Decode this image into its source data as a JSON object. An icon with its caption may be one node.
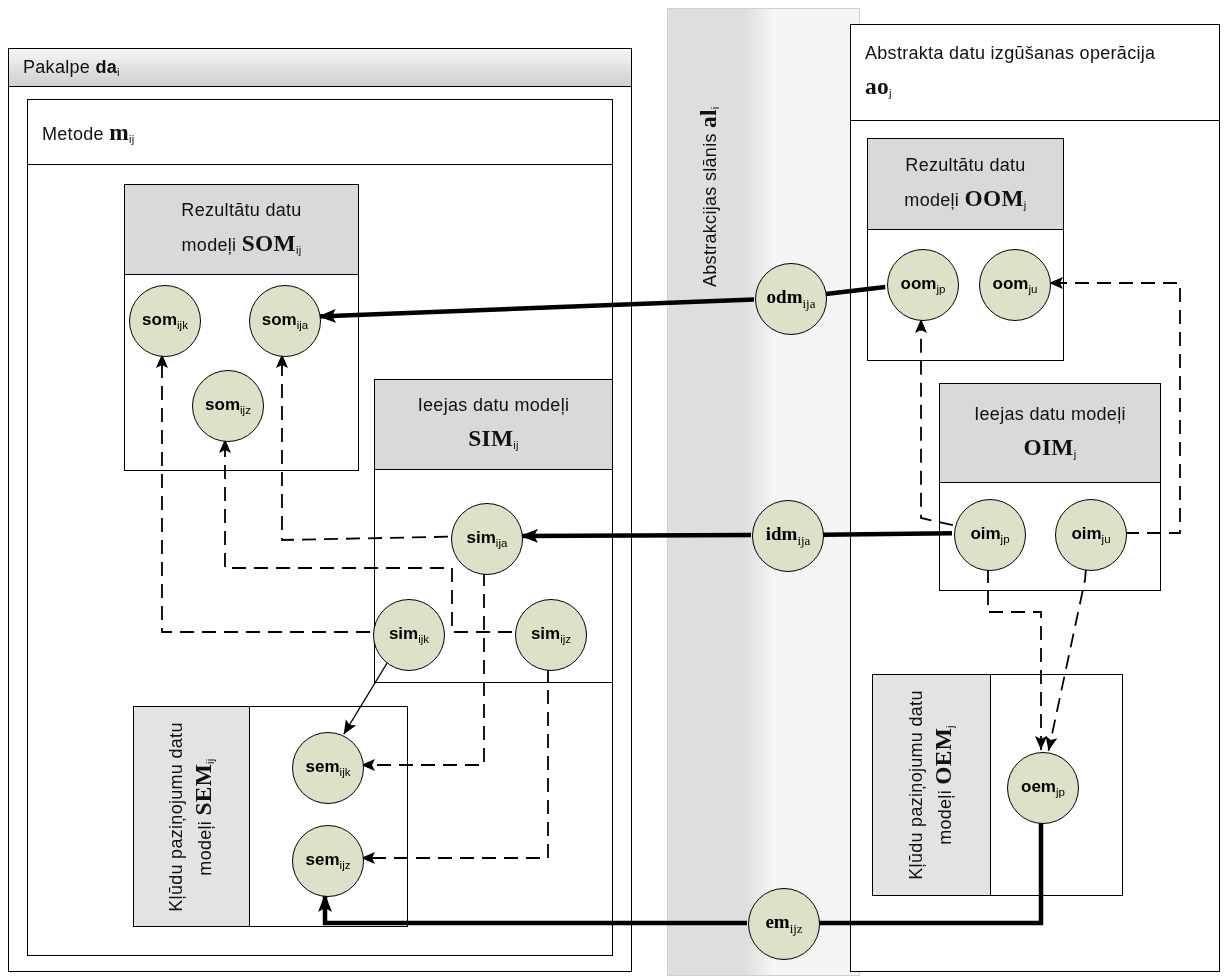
{
  "diagram": {
    "nodes": [
      {
        "text": [
          "Pakalpe **da**$_{i}$"
        ]
      },
      {
        "text": [
          "Metode **m**$_{ij}$"
        ],
        "in": 0
      },
      {
        "text": [
          "Rezultātu datu modeļi **SOM**$_{ij}$"
        ],
        "in": 1
      },
      {
        "text": [
          "**som**$_{ijk}$"
        ],
        "in": 2
      },
      {
        "text": [
          "**som**$_{ija}$"
        ],
        "in": 2
      },
      {
        "text": [
          "**som**$_{ijz}$"
        ],
        "in": 2
      },
      {
        "text": [
          "Ieejas datu modeļi **SIM**$_{ij}$"
        ],
        "in": 1
      },
      {
        "text": [
          "**sim**$_{ija}$"
        ],
        "in": 6
      },
      {
        "text": [
          "**sim**$_{ijk}$"
        ],
        "in": 6
      },
      {
        "text": [
          "**sim**$_{ijz}$"
        ],
        "in": 6
      },
      {
        "text": [
          "Kļūdu paziņojumu datu modeļi **SEM**$_{ij}$"
        ],
        "in": 1
      },
      {
        "text": [
          "**sem**$_{ijk}$"
        ],
        "in": 10
      },
      {
        "text": [
          "**sem**$_{ijz}$"
        ],
        "in": 10
      },
      {
        "text": [
          "Abstrakcijas slānis **al**$_{i}$"
        ]
      },
      {
        "text": [
          "**odm**$_{ija}$"
        ],
        "in": 13
      },
      {
        "text": [
          "**idm**$_{ija}$"
        ],
        "in": 13
      },
      {
        "text": [
          "**em**$_{ijz}$"
        ],
        "in": 13
      },
      {
        "text": [
          "Abstrakta datu izgūšanas operācija **ao**$_{j}$"
        ]
      },
      {
        "text": [
          "Rezultātu datu modeļi **OOM**$_{j}$"
        ],
        "in": 17
      },
      {
        "text": [
          "**oom**$_{jp}$"
        ],
        "in": 18
      },
      {
        "text": [
          "**oom**$_{ju}$"
        ],
        "in": 18
      },
      {
        "text": [
          "Ieejas datu modeļi **OIM**$_{j}$"
        ],
        "in": 17
      },
      {
        "text": [
          "**oim**$_{jp}$"
        ],
        "in": 21
      },
      {
        "text": [
          "**oim**$_{ju}$"
        ],
        "in": 21
      },
      {
        "text": [
          "Kļūdu paziņojumu datu modeļi **OEM**$_{j}$"
        ],
        "in": 17
      },
      {
        "text": [
          "**oem**$_{jp}$"
        ],
        "in": 24
      }
    ],
    "edges": [
      {
        "from": 19,
        "to": 14,
        "arrow": "none",
        "style": "thick"
      },
      {
        "from": 14,
        "to": 4,
        "arrow": "to",
        "style": "thick"
      },
      {
        "from": 22,
        "to": 15,
        "arrow": "none",
        "style": "thick"
      },
      {
        "from": 15,
        "to": 7,
        "arrow": "to",
        "style": "thick"
      },
      {
        "from": 25,
        "to": 16,
        "arrow": "none",
        "style": "thick"
      },
      {
        "from": 16,
        "to": 12,
        "arrow": "to",
        "style": "thick"
      },
      {
        "from": 7,
        "to": 4,
        "arrow": "to",
        "style": "dashed"
      },
      {
        "from": 9,
        "to": 5,
        "arrow": "to",
        "style": "dashed"
      },
      {
        "from": 8,
        "to": 3,
        "arrow": "to",
        "style": "dashed"
      },
      {
        "from": 8,
        "to": 11,
        "arrow": "to"
      },
      {
        "from": 7,
        "to": 11,
        "arrow": "to",
        "style": "dashed"
      },
      {
        "from": 9,
        "to": 12,
        "arrow": "to",
        "style": "dashed"
      },
      {
        "from": 22,
        "to": 19,
        "arrow": "to",
        "style": "dashed"
      },
      {
        "from": 23,
        "to": 20,
        "arrow": "to",
        "style": "dashed"
      },
      {
        "from": 22,
        "to": 25,
        "arrow": "to",
        "style": "dashed"
      },
      {
        "from": 23,
        "to": 25,
        "arrow": "to",
        "style": "dashed"
      }
    ]
  }
}
